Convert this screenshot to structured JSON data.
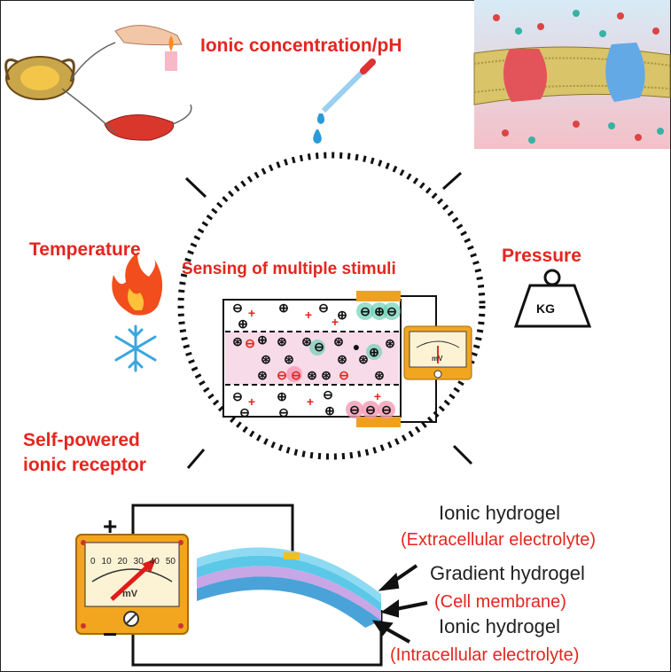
{
  "stimuli": {
    "ionic": "Ionic concentration/pH",
    "temperature": "Temperature",
    "pressure": "Pressure",
    "self_powered_line1": "Self-powered",
    "self_powered_line2": "ionic receptor"
  },
  "center_title": "Sensing of multiple stimuli",
  "weight_label": "KG",
  "small_meter_unit": "mV",
  "big_meter": {
    "scale": [
      "0",
      "10",
      "20",
      "30",
      "40",
      "50"
    ],
    "unit": "mV"
  },
  "circuit": {
    "plus": "+",
    "minus": "−"
  },
  "layers": [
    {
      "name": "Ionic  hydrogel",
      "role": "(Extracellular electrolyte)"
    },
    {
      "name": "Gradient hydrogel",
      "role": "(Cell membrane)"
    },
    {
      "name": "Ionic  hydrogel",
      "role": "(Intracellular electrolyte)"
    }
  ],
  "colors": {
    "accent_red": "#e4261f",
    "electrode_orange": "#f0a020",
    "membrane_pink": "#f2c4d8",
    "hydrogel_blue": "#5cc8e8"
  }
}
